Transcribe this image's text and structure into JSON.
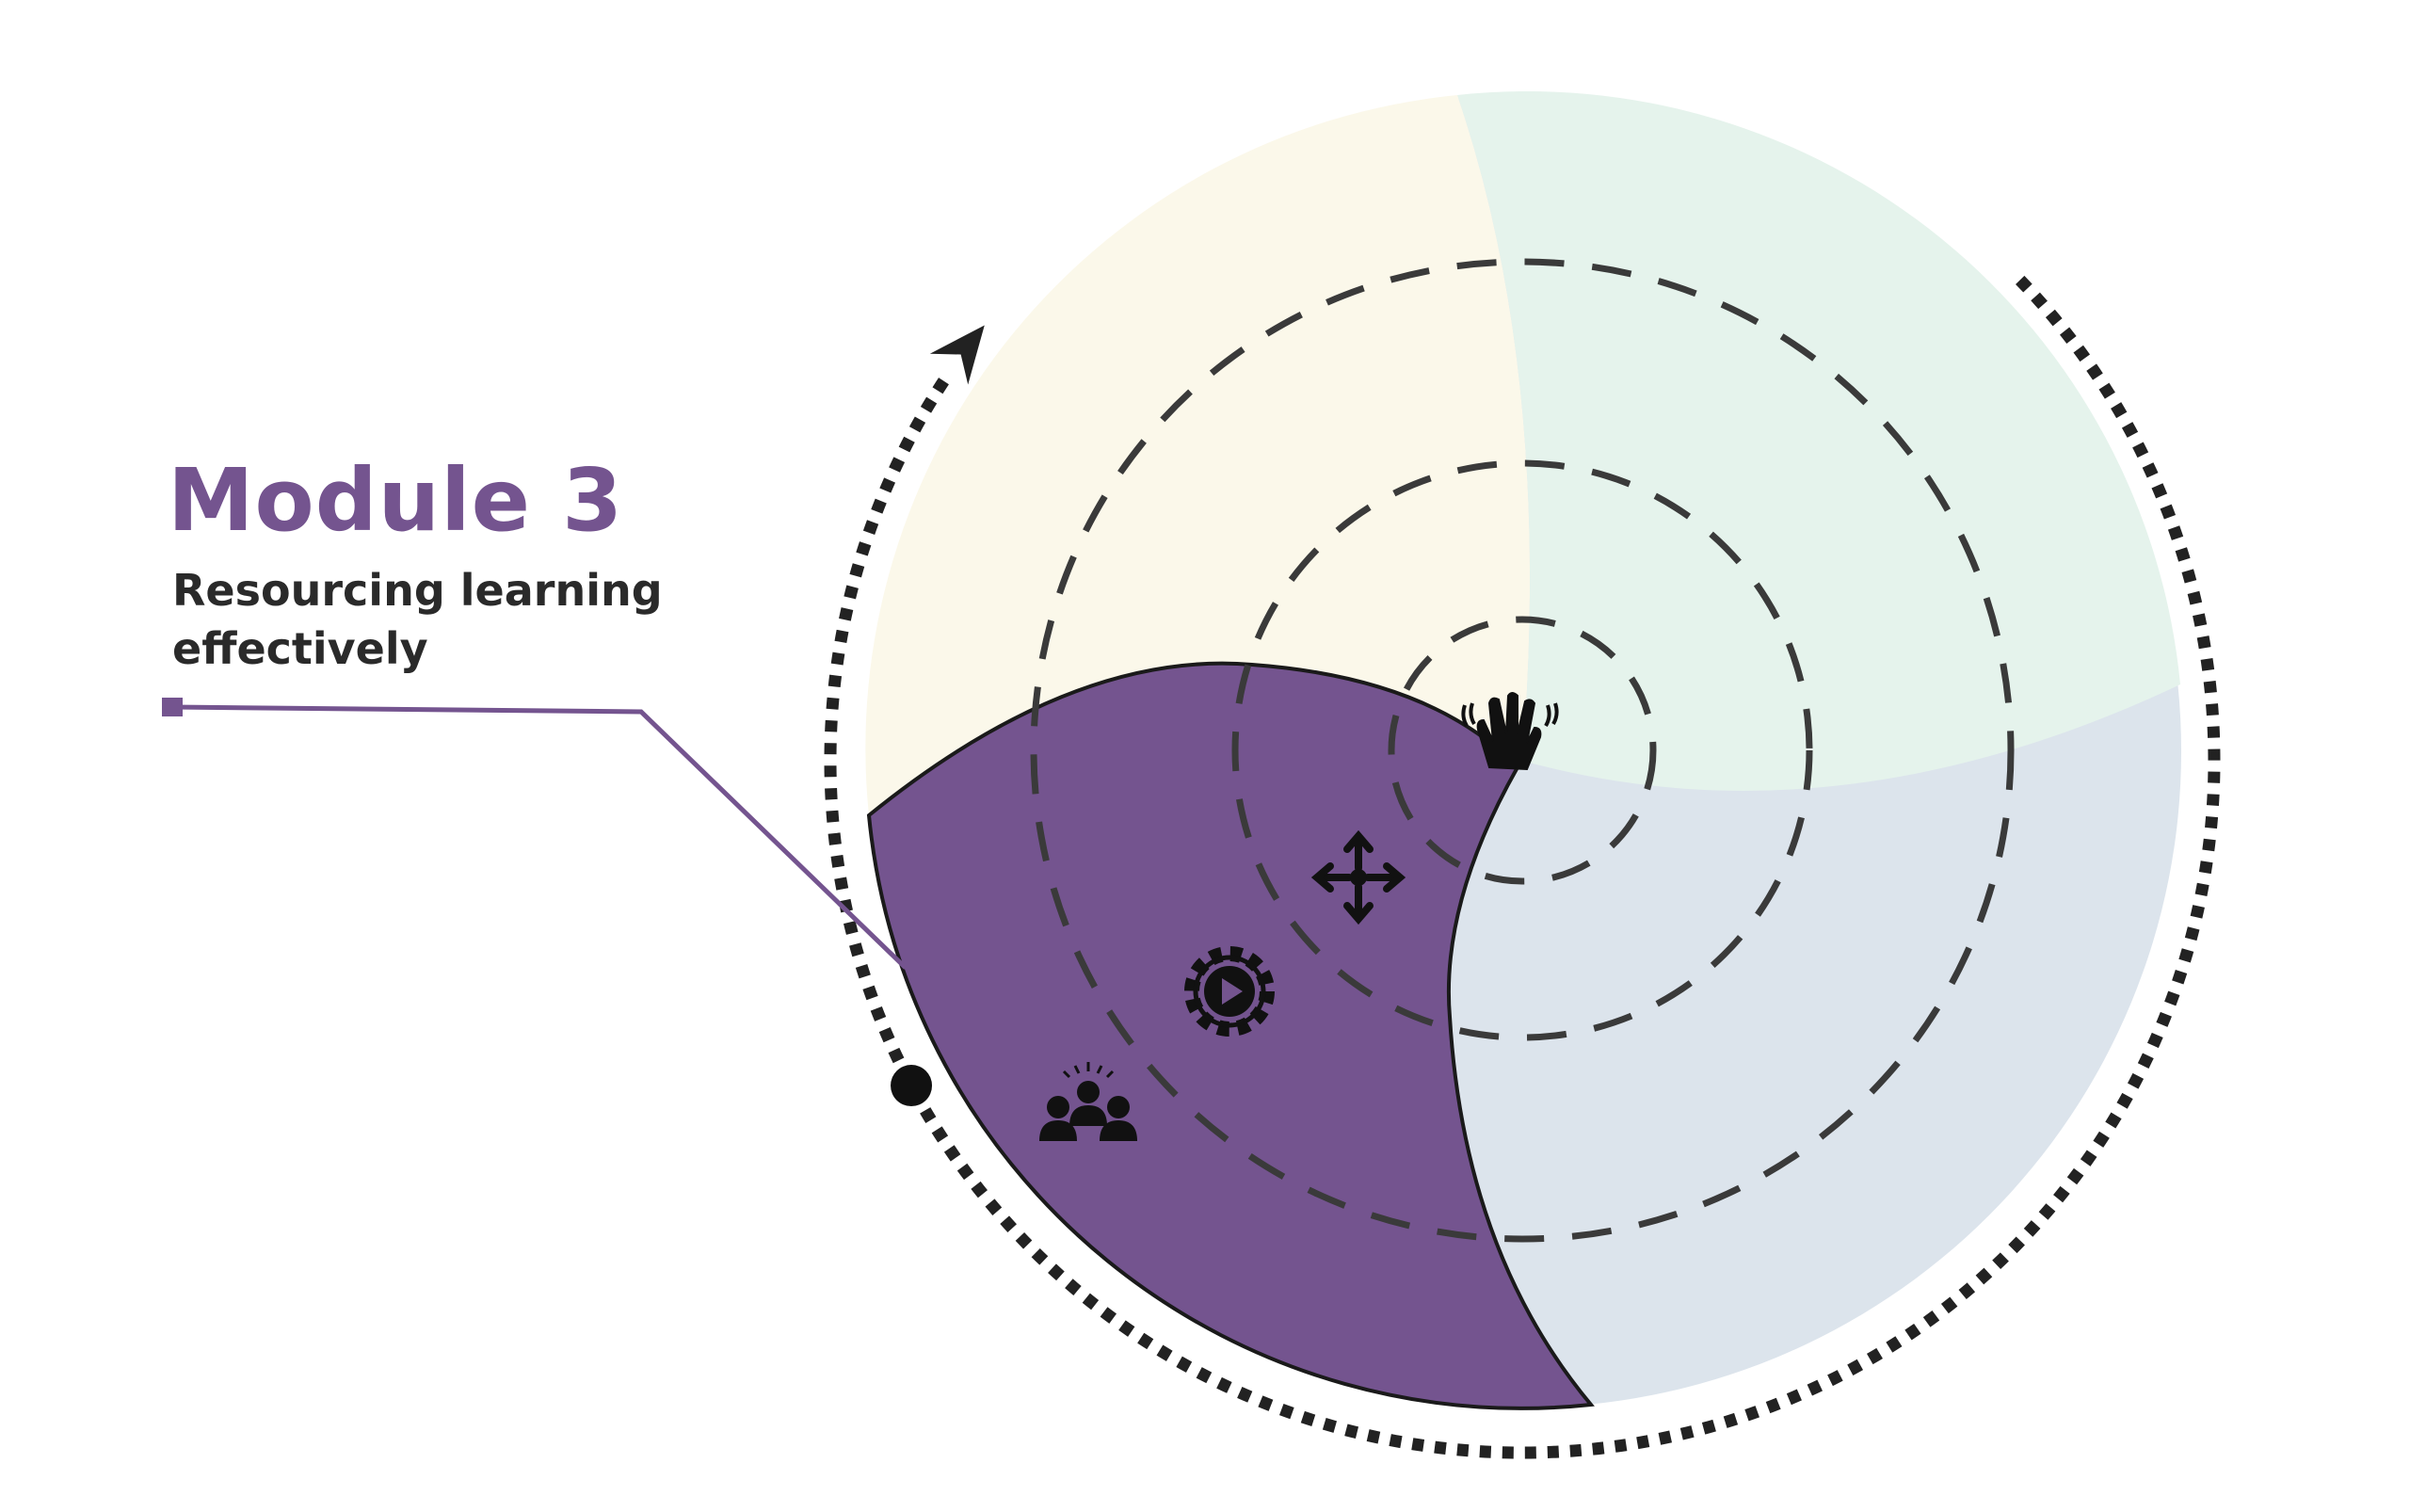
{
  "module": {
    "title": "Module 3",
    "subtitle_line1": "Resourcing learning",
    "subtitle_line2": "effectively"
  },
  "icons": [
    "waving-hand-icon",
    "move-arrows-icon",
    "gear-play-icon",
    "group-people-icon"
  ],
  "colors": {
    "accent": "#74548f",
    "segment_yellow": "#fbf8ea",
    "segment_green": "#e5f3ec",
    "segment_blue": "#dce4ec",
    "dark": "#2b2b2b"
  }
}
